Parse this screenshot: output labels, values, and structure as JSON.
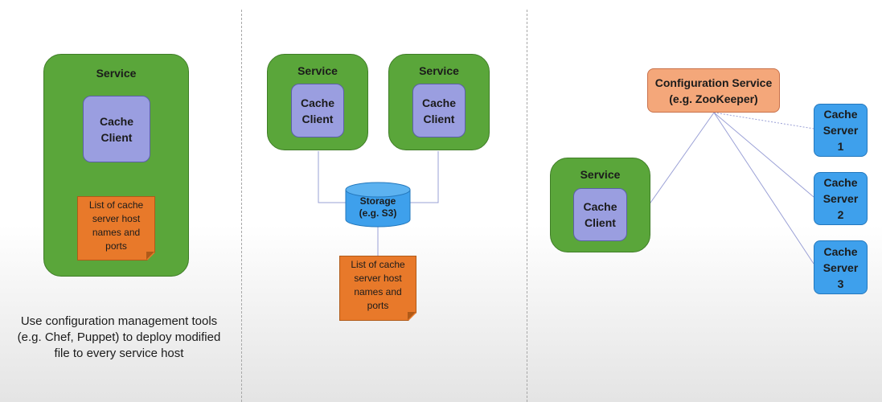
{
  "panel_left": {
    "service": {
      "label": "Service",
      "client": [
        "Cache",
        "Client"
      ]
    },
    "note": [
      "List of cache",
      "server host",
      "names and",
      "ports"
    ],
    "caption": [
      "Use configuration management tools",
      "(e.g. Chef, Puppet) to deploy modified",
      "file to every service host"
    ]
  },
  "panel_middle": {
    "services": [
      {
        "label": "Service",
        "client": [
          "Cache",
          "Client"
        ]
      },
      {
        "label": "Service",
        "client": [
          "Cache",
          "Client"
        ]
      }
    ],
    "storage": [
      "Storage",
      "(e.g. S3)"
    ],
    "note": [
      "List of cache",
      "server host",
      "names and",
      "ports"
    ]
  },
  "panel_right": {
    "config": [
      "Configuration Service",
      "(e.g. ZooKeeper)"
    ],
    "service": {
      "label": "Service",
      "client": [
        "Cache",
        "Client"
      ]
    },
    "servers": [
      [
        "Cache",
        "Server",
        "1"
      ],
      [
        "Cache",
        "Server",
        "2"
      ],
      [
        "Cache",
        "Server",
        "3"
      ]
    ]
  },
  "colors": {
    "service": "#5aa63a",
    "client": "#9a9ee0",
    "note": "#e8792a",
    "storage": "#3ea0ec",
    "server": "#3ea0ec",
    "config": "#f4a77a",
    "connector": "#9aa0d6"
  }
}
